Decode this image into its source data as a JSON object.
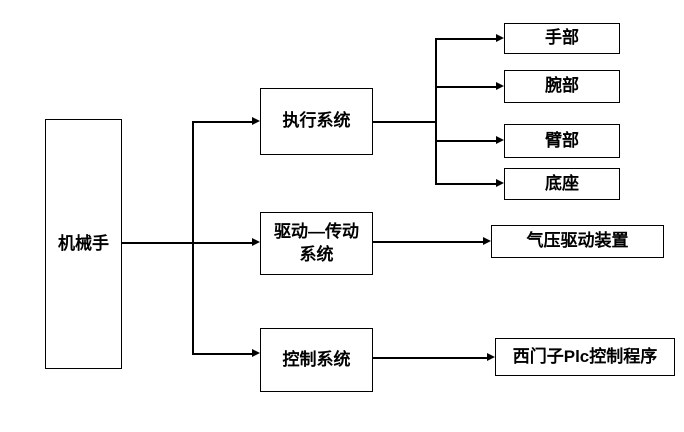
{
  "colors": {
    "background": "#ffffff",
    "line": "#000000",
    "text": "#000000"
  },
  "nodes": {
    "root": {
      "label": "机械手"
    },
    "branches": [
      {
        "label": "执行系统"
      },
      {
        "label": "驱动—传动\n系统"
      },
      {
        "label": "控制系统"
      }
    ],
    "leaves": {
      "execution": [
        {
          "label": "手部"
        },
        {
          "label": "腕部"
        },
        {
          "label": "臂部"
        },
        {
          "label": "底座"
        }
      ],
      "drive": [
        {
          "label": "气压驱动装置"
        }
      ],
      "control": [
        {
          "label": "西门子Plc控制程序"
        }
      ]
    }
  }
}
